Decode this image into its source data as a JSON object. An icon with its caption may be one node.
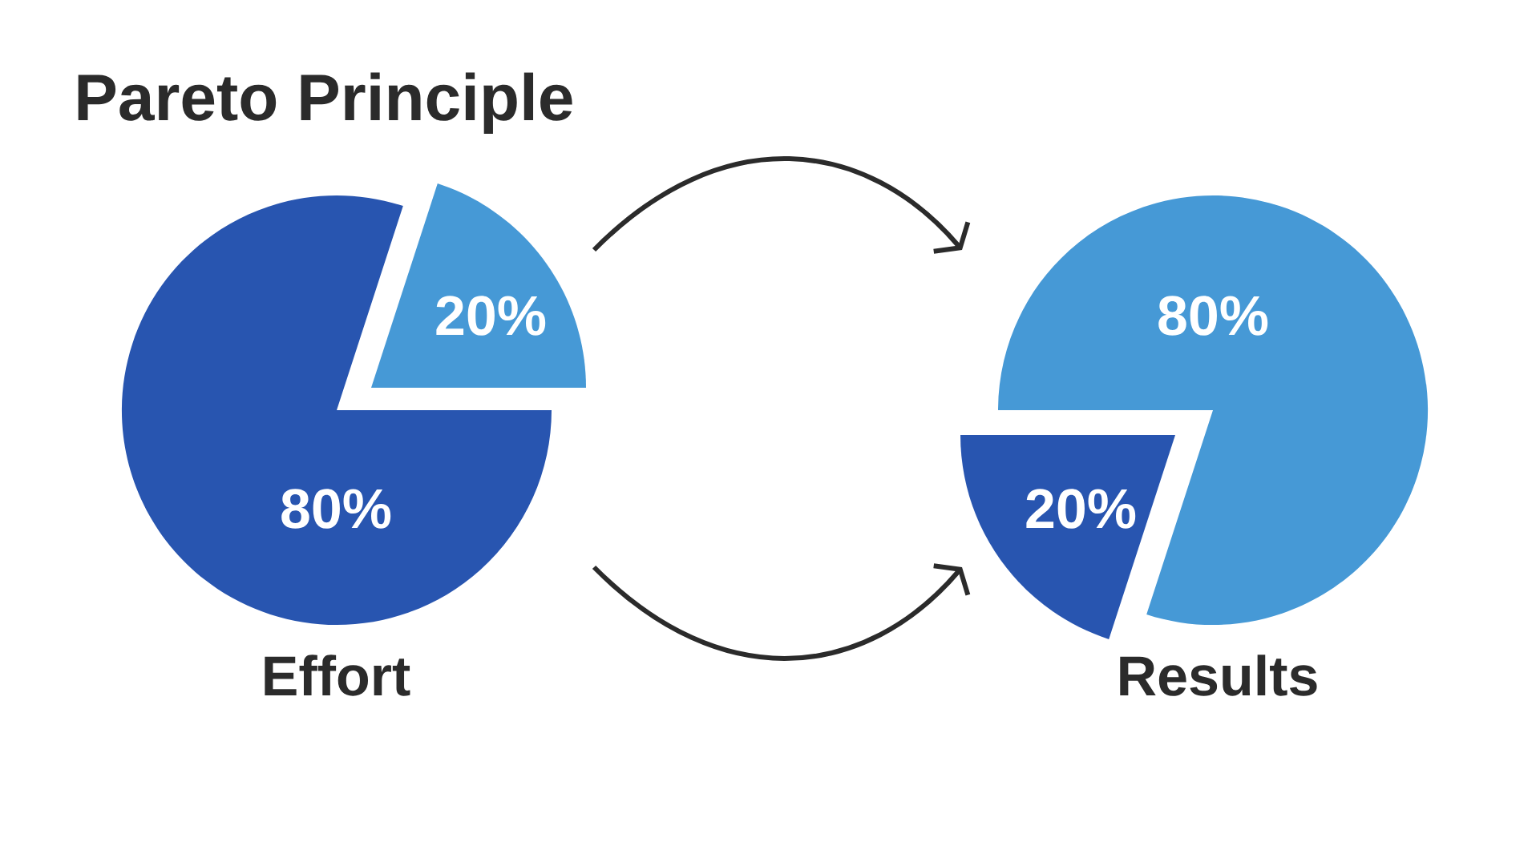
{
  "diagram": {
    "title": "Pareto Principle",
    "nodes": [
      {
        "text": [
          "20%"
        ]
      },
      {
        "text": [
          "80%"
        ]
      },
      {
        "text": [
          "80%"
        ]
      },
      {
        "text": [
          "20%"
        ]
      }
    ],
    "edges": [
      {
        "from": 0,
        "to": 2,
        "arrow": "to"
      },
      {
        "from": 1,
        "to": 3,
        "arrow": "to"
      }
    ],
    "labels": [
      "Effort",
      "Results"
    ]
  }
}
